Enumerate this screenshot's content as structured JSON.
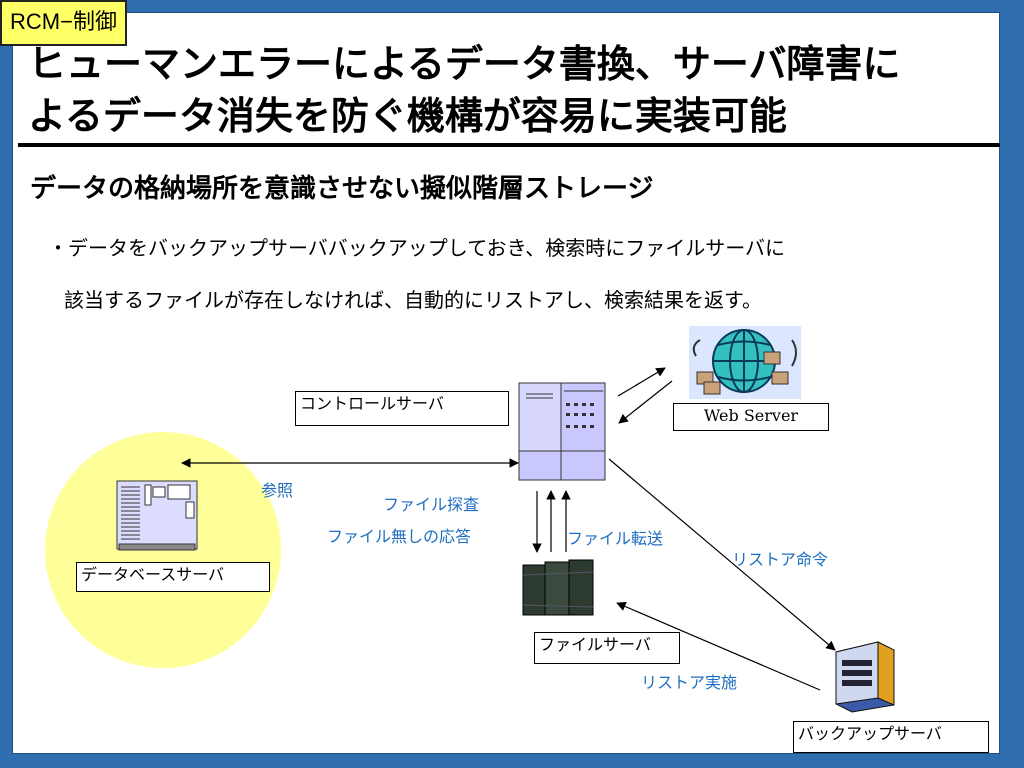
{
  "tag": "RCM−制御",
  "title": {
    "line1": "ヒューマンエラーによるデータ書換、サーバ障害に",
    "line2": "よるデータ消失を防ぐ機構が容易に実装可能"
  },
  "subtitle": "データの格納場所を意識させない擬似階層ストレージ",
  "body": {
    "line1": "・データをバックアップサーババックアップしておき、検索時にファイルサーバに",
    "line2": "該当するファイルが存在しなければ、自動的にリストアし、検索結果を返す。"
  },
  "diagram": {
    "control_server": "コントロールサーバ",
    "web_server": "Web Server",
    "database_server": "データベースサーバ",
    "file_server": "ファイルサーバ",
    "backup_server": "バックアップサーバ",
    "ref": "参照",
    "file_search": "ファイル探査",
    "file_not_found": "ファイル無しの応答",
    "file_transfer": "ファイル転送",
    "restore_command": "リストア命令",
    "restore_execute": "リストア実施"
  },
  "colors": {
    "frame": "#2f6fb0",
    "tag_bg": "#ffff66",
    "circle": "#ffff99",
    "annotation": "#1f6fc0"
  }
}
